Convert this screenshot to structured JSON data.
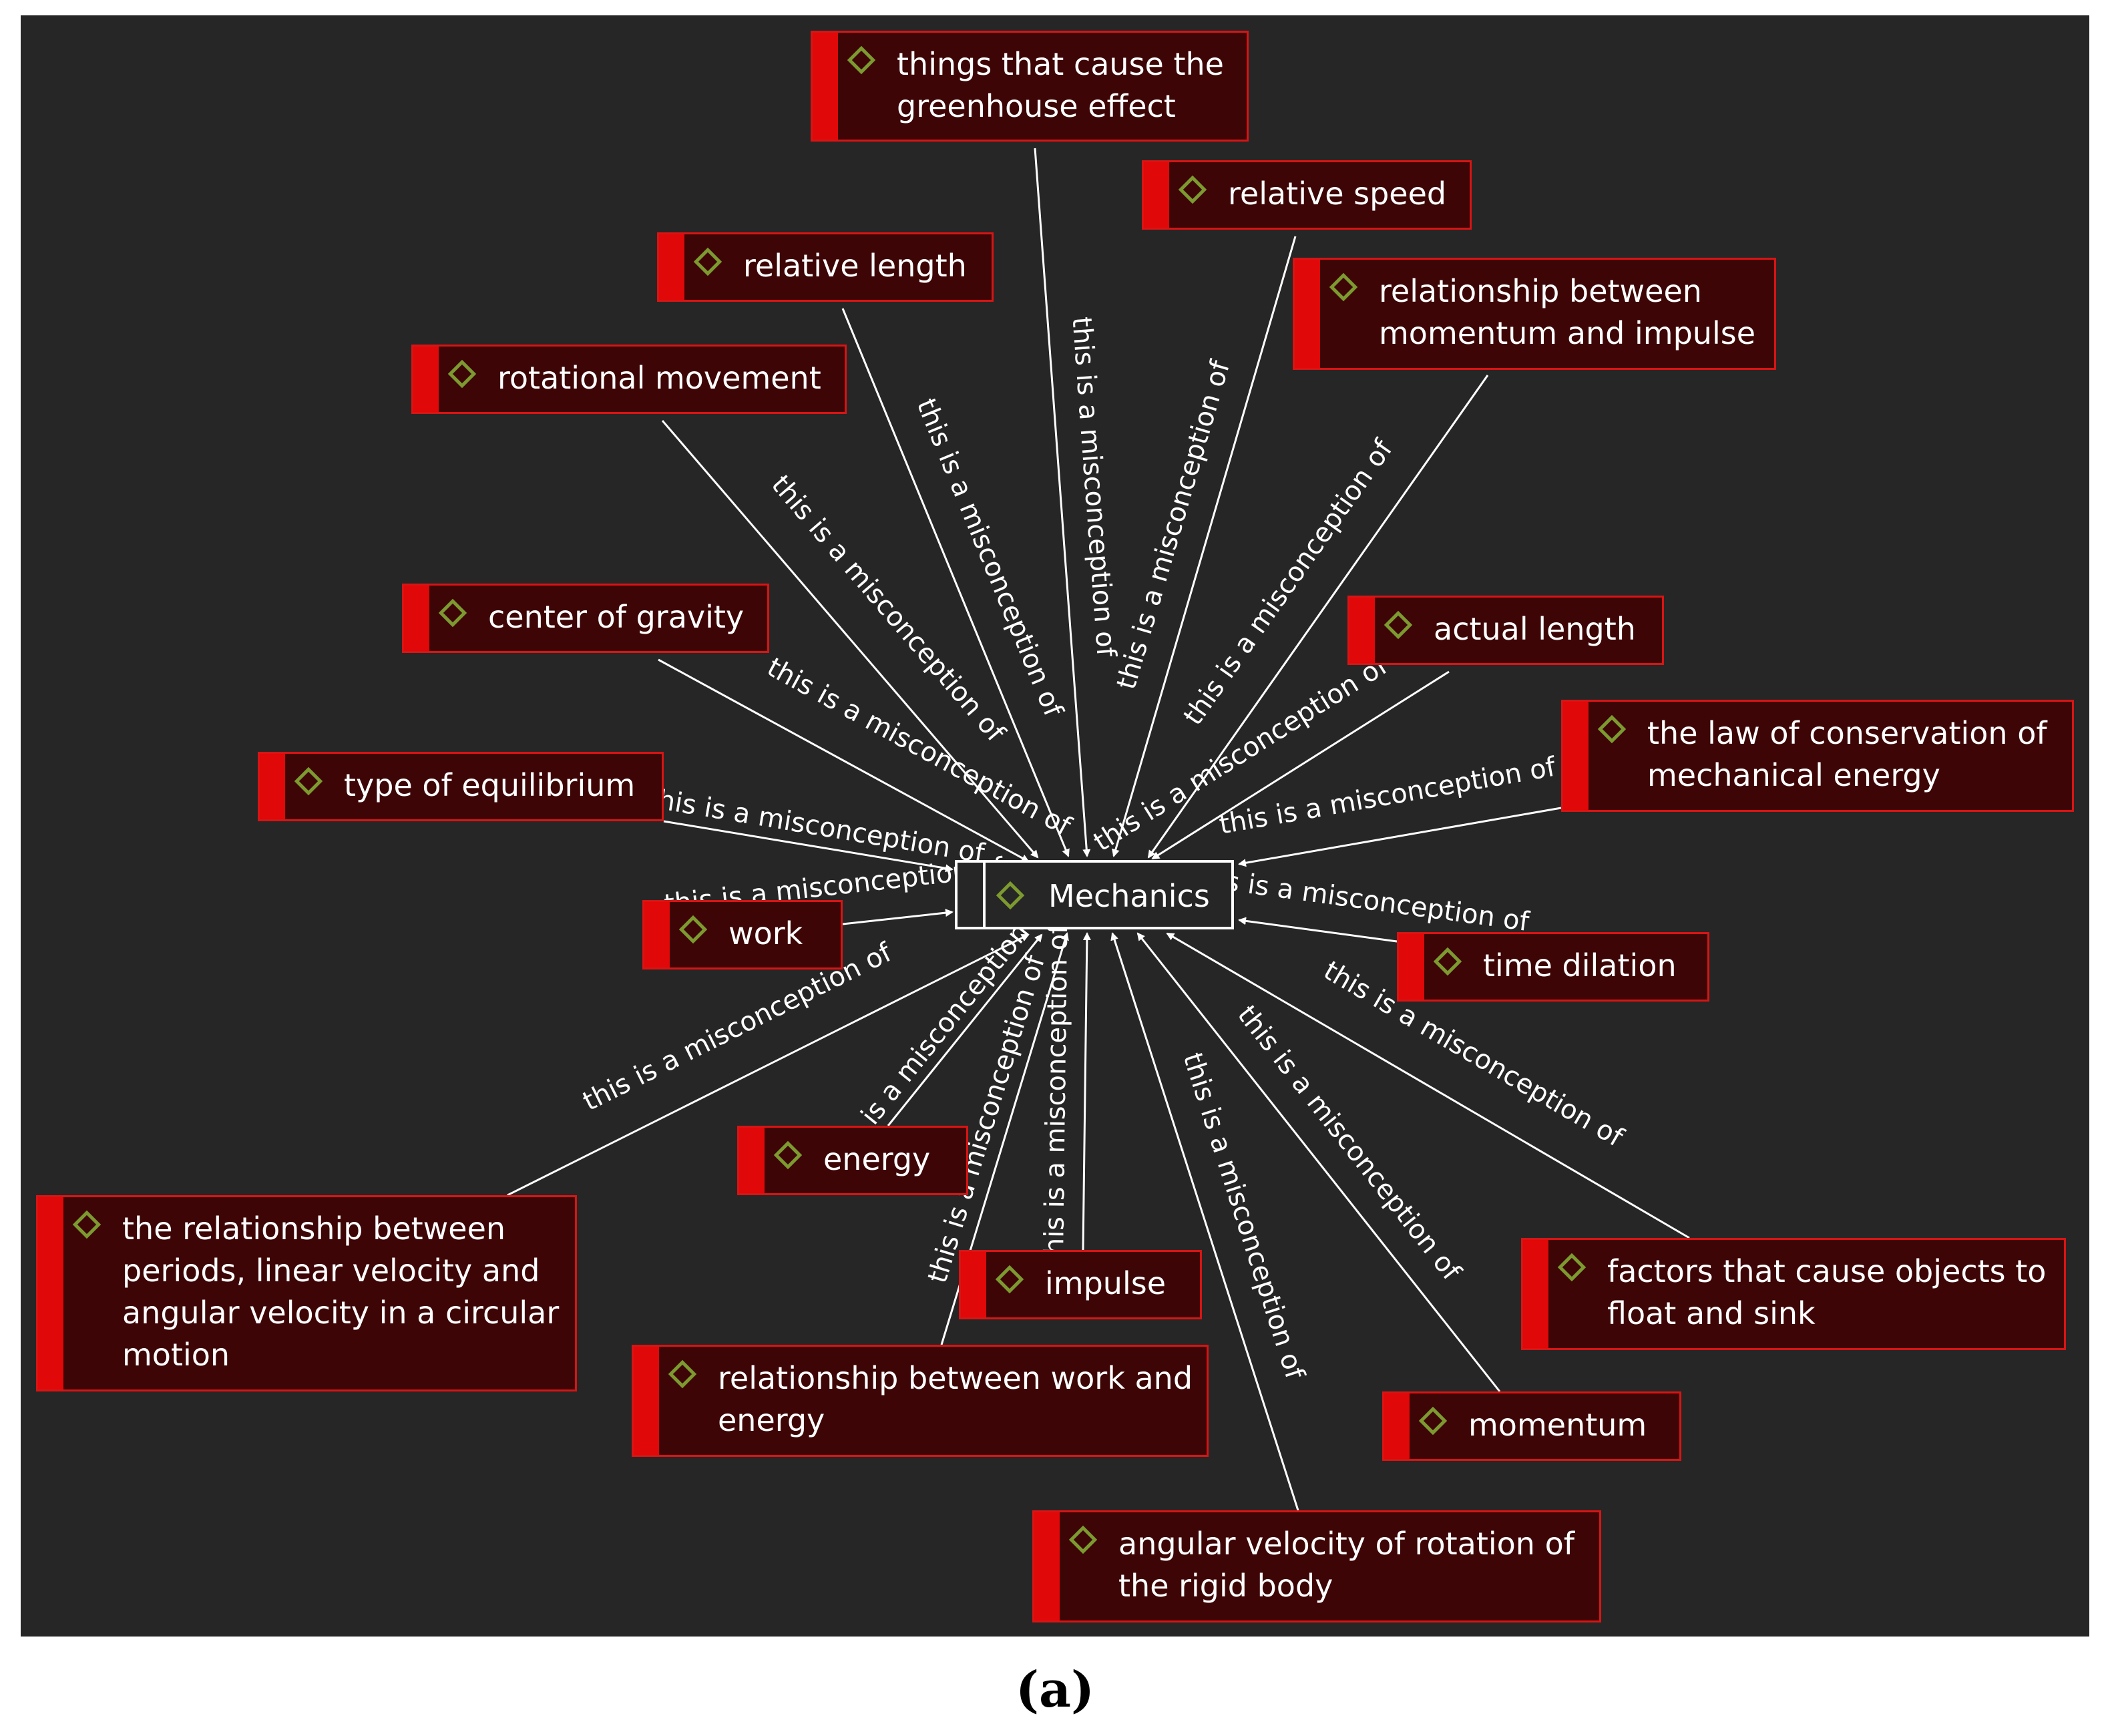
{
  "diagram": {
    "center": {
      "label": "Mechanics"
    },
    "link_label": "this is a misconception of",
    "nodes": [
      {
        "id": "greenhouse",
        "label": "things that cause the greenhouse effect"
      },
      {
        "id": "relative-speed",
        "label": "relative speed"
      },
      {
        "id": "relative-length",
        "label": "relative length"
      },
      {
        "id": "momentum-impulse",
        "label": "relationship between momentum and impulse"
      },
      {
        "id": "rotational-movement",
        "label": "rotational movement"
      },
      {
        "id": "center-of-gravity",
        "label": "center of gravity"
      },
      {
        "id": "actual-length",
        "label": "actual length"
      },
      {
        "id": "conservation-mechanical-energy",
        "label": "the law of conservation of mechanical energy"
      },
      {
        "id": "type-of-equilibrium",
        "label": "type of equilibrium"
      },
      {
        "id": "work",
        "label": "work"
      },
      {
        "id": "time-dilation",
        "label": "time dilation"
      },
      {
        "id": "circular-motion",
        "label": "the relationship between periods, linear velocity and angular velocity in a circular motion"
      },
      {
        "id": "energy",
        "label": "energy"
      },
      {
        "id": "impulse",
        "label": "impulse"
      },
      {
        "id": "work-energy",
        "label": "relationship between work and energy"
      },
      {
        "id": "float-sink",
        "label": "factors that cause objects to float and sink"
      },
      {
        "id": "momentum",
        "label": "momentum"
      },
      {
        "id": "rigid-body",
        "label": "angular velocity of rotation of the rigid body"
      }
    ]
  },
  "colors": {
    "background": "#262626",
    "node_fill": "#3d0505",
    "node_border": "#d81414",
    "node_bar": "#e00808",
    "icon": "#7c9a30",
    "edge": "#ffffff"
  },
  "icons": {
    "node": "diamond-icon"
  },
  "caption": "(a)"
}
